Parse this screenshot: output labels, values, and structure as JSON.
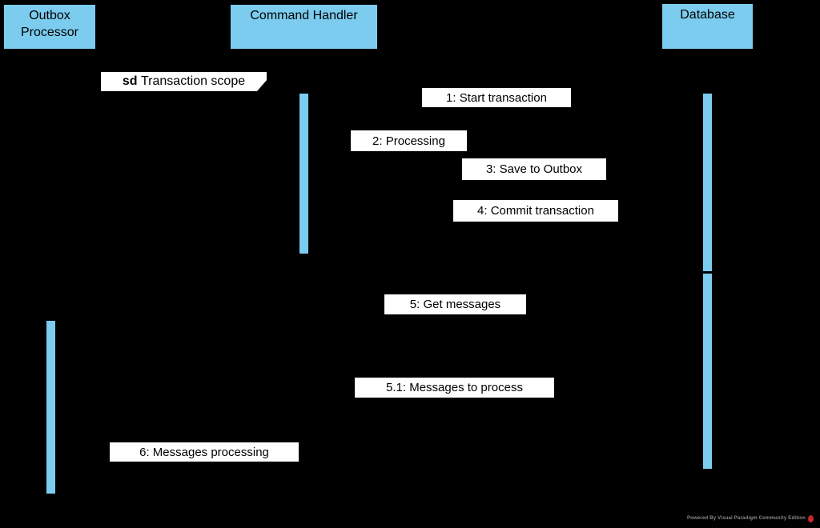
{
  "colors": {
    "background": "#000000",
    "node_fill": "#7BCCEE",
    "node_border": "#000000",
    "label_background": "#FFFFFF",
    "text": "#000000",
    "watermark_text": "#8A8A8A",
    "watermark_logo": "#C9282D"
  },
  "diagram_type": "sequence",
  "participants": [
    {
      "name": "Outbox Processor"
    },
    {
      "name": "Command Handler"
    },
    {
      "name": "Database"
    }
  ],
  "frame": {
    "keyword": "sd",
    "title": "Transaction scope"
  },
  "messages": [
    {
      "label": "1: Start transaction"
    },
    {
      "label": "2: Processing"
    },
    {
      "label": "3: Save to Outbox"
    },
    {
      "label": "4: Commit transaction"
    },
    {
      "label": "5: Get messages"
    },
    {
      "label": "5.1: Messages to process"
    },
    {
      "label": "6: Messages processing"
    }
  ],
  "watermark": {
    "text": "Powered By Visual Paradigm Community Edition"
  }
}
